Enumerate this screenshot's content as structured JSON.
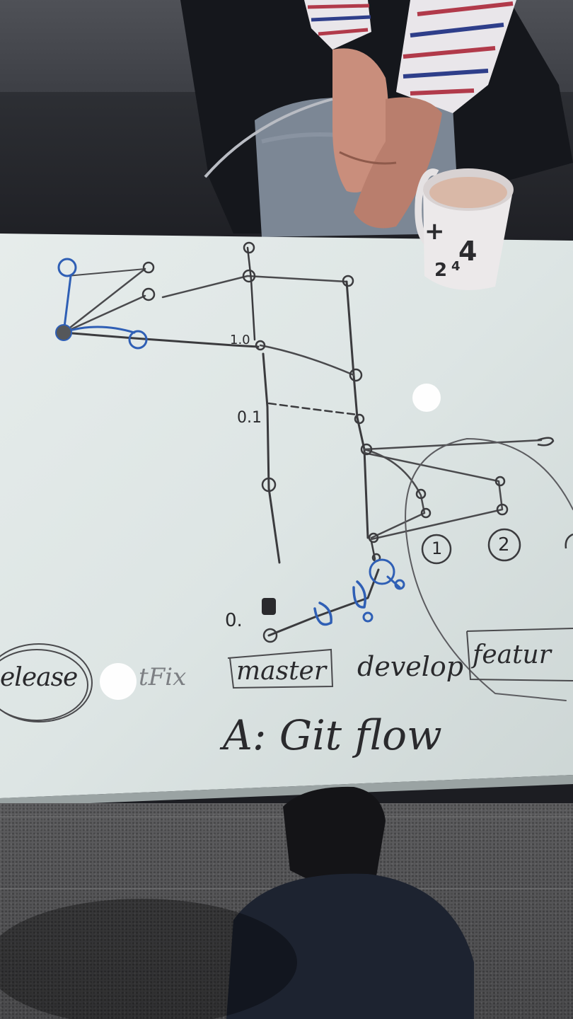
{
  "board": {
    "labels": {
      "release": "elease",
      "hotfix": "tFix",
      "master": "master",
      "develop": "develop",
      "feature": "featur",
      "title": "A: Git flow"
    },
    "versions": {
      "v1_0": "1.0",
      "v0_1": "0.1",
      "v0_0": "0."
    },
    "feature_numbers": [
      "1",
      "2"
    ],
    "ink_colors": {
      "black": "#2b2b2e",
      "blue": "#2f5fb5"
    }
  },
  "mug": {
    "print": [
      "4",
      "2",
      "4",
      "+"
    ]
  }
}
